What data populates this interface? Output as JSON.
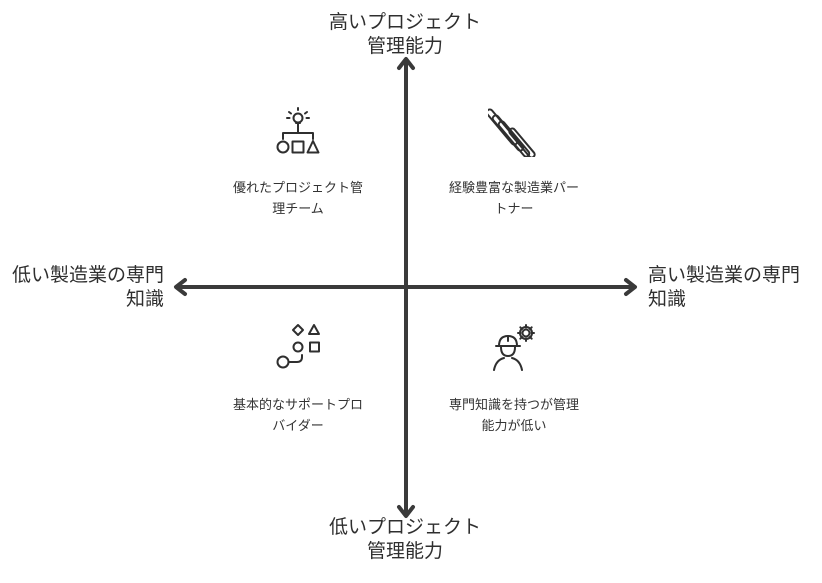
{
  "axes": {
    "top": {
      "line1": "高いプロジェクト",
      "line2": "管理能力"
    },
    "bottom": {
      "line1": "低いプロジェクト",
      "line2": "管理能力"
    },
    "left": {
      "line1": "低い製造業の専門",
      "line2": "知識"
    },
    "right": {
      "line1": "高い製造業の専門",
      "line2": "知識"
    }
  },
  "quadrants": {
    "top_left": {
      "line1": "優れたプロジェクト管",
      "line2": "理チーム",
      "icon": "lightbulb-shapes-icon"
    },
    "top_right": {
      "line1": "経験豊富な製造業パー",
      "line2": "トナー",
      "icon": "rolling-bars-icon"
    },
    "bottom_left": {
      "line1": "基本的なサポートプロ",
      "line2": "バイダー",
      "icon": "basic-shapes-icon"
    },
    "bottom_right": {
      "line1": "専門知識を持つが管理",
      "line2": "能力が低い",
      "icon": "engineer-gear-icon"
    }
  },
  "colors": {
    "axis": "#3a3a3a",
    "text": "#333333",
    "icon": "#2f2f2f"
  }
}
